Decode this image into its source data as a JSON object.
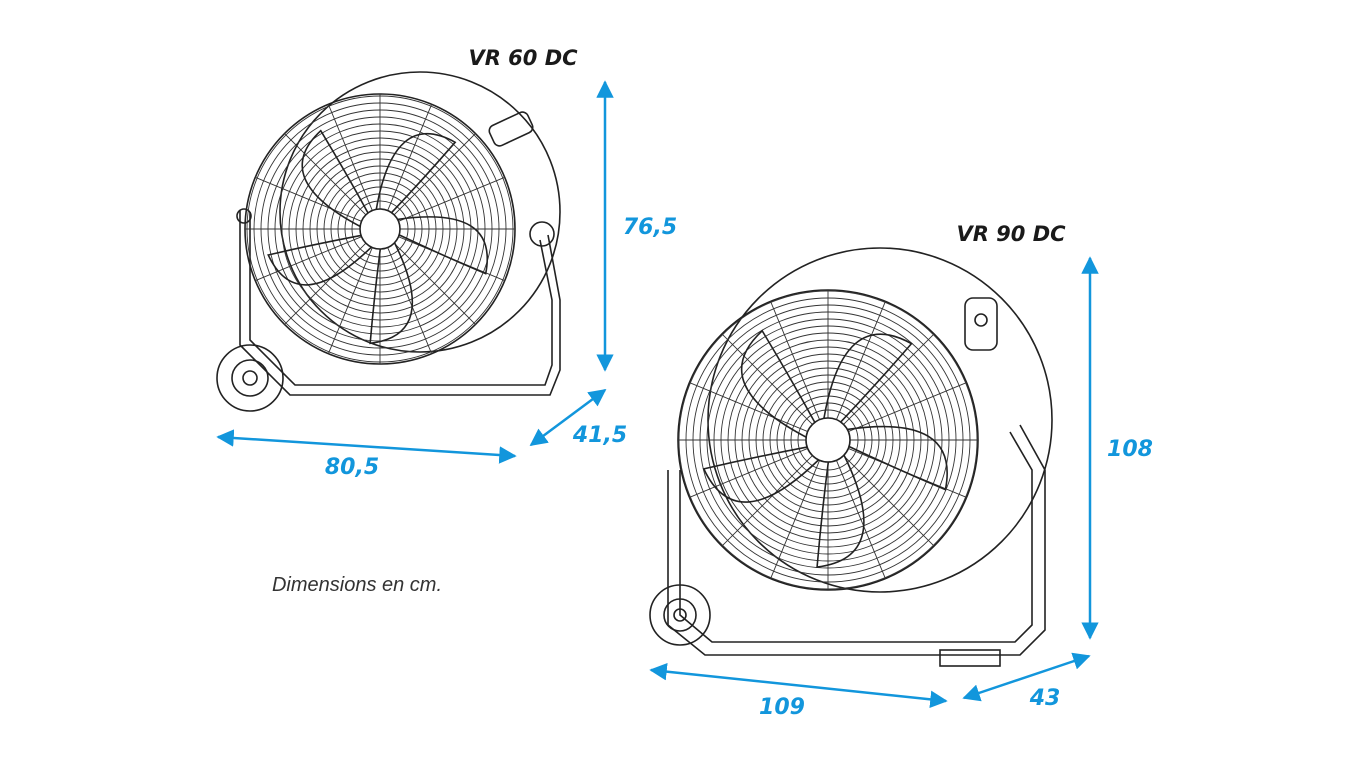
{
  "models": [
    {
      "name": "VR 60 DC",
      "height": "76,5",
      "width": "80,5",
      "depth": "41,5"
    },
    {
      "name": "VR 90 DC",
      "height": "108",
      "width": "109",
      "depth": "43"
    }
  ],
  "note": "Dimensions en cm.",
  "colors": {
    "dimension": "#1296dc",
    "drawing": "#222222"
  },
  "icons": [
    "fan-drawing-vr60",
    "fan-drawing-vr90"
  ]
}
